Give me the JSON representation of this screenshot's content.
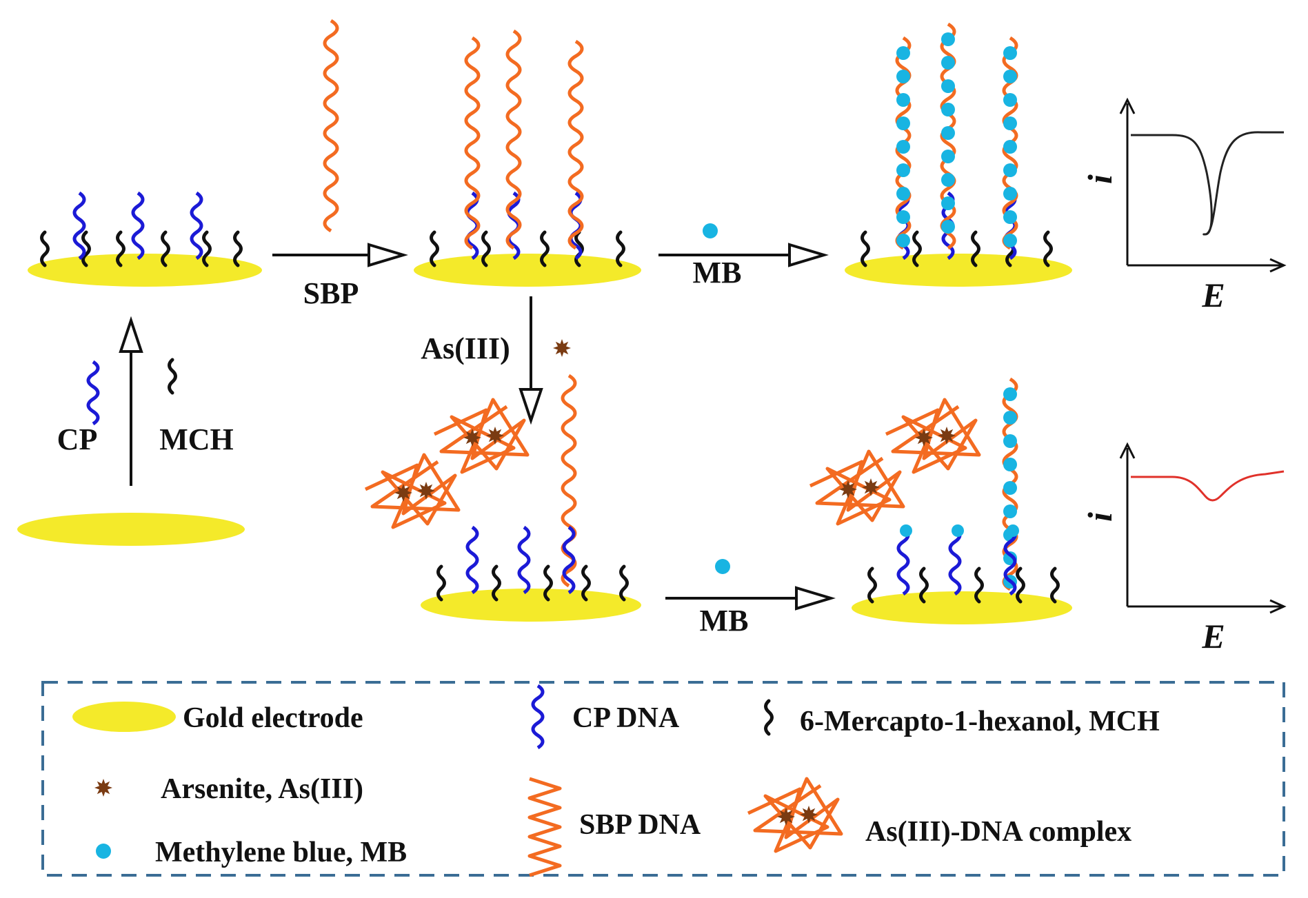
{
  "steps": {
    "sbp": "SBP",
    "mb_top": "MB",
    "mb_bottom": "MB",
    "as3": "As(III)",
    "cp": "CP",
    "mch": "MCH"
  },
  "plots": {
    "top": {
      "ylabel": "i",
      "xlabel": "E",
      "curve_color": "#222222"
    },
    "bottom": {
      "ylabel": "i",
      "xlabel": "E",
      "curve_color": "#e0312a"
    }
  },
  "legend": {
    "gold": "Gold electrode",
    "cp_dna": "CP DNA",
    "mch": "6-Mercapto-1-hexanol, MCH",
    "arsenite": "Arsenite, As(III)",
    "sbp_dna": "SBP DNA",
    "complex": "As(III)-DNA complex",
    "mb": "Methylene blue, MB"
  },
  "colors": {
    "gold": "#f4ea2a",
    "cp": "#1b1ad6",
    "sbp": "#f36b21",
    "mb": "#18b4e2",
    "arsenite": "#7a3b12",
    "mch": "#111111",
    "legend_border": "#3b6d95"
  }
}
